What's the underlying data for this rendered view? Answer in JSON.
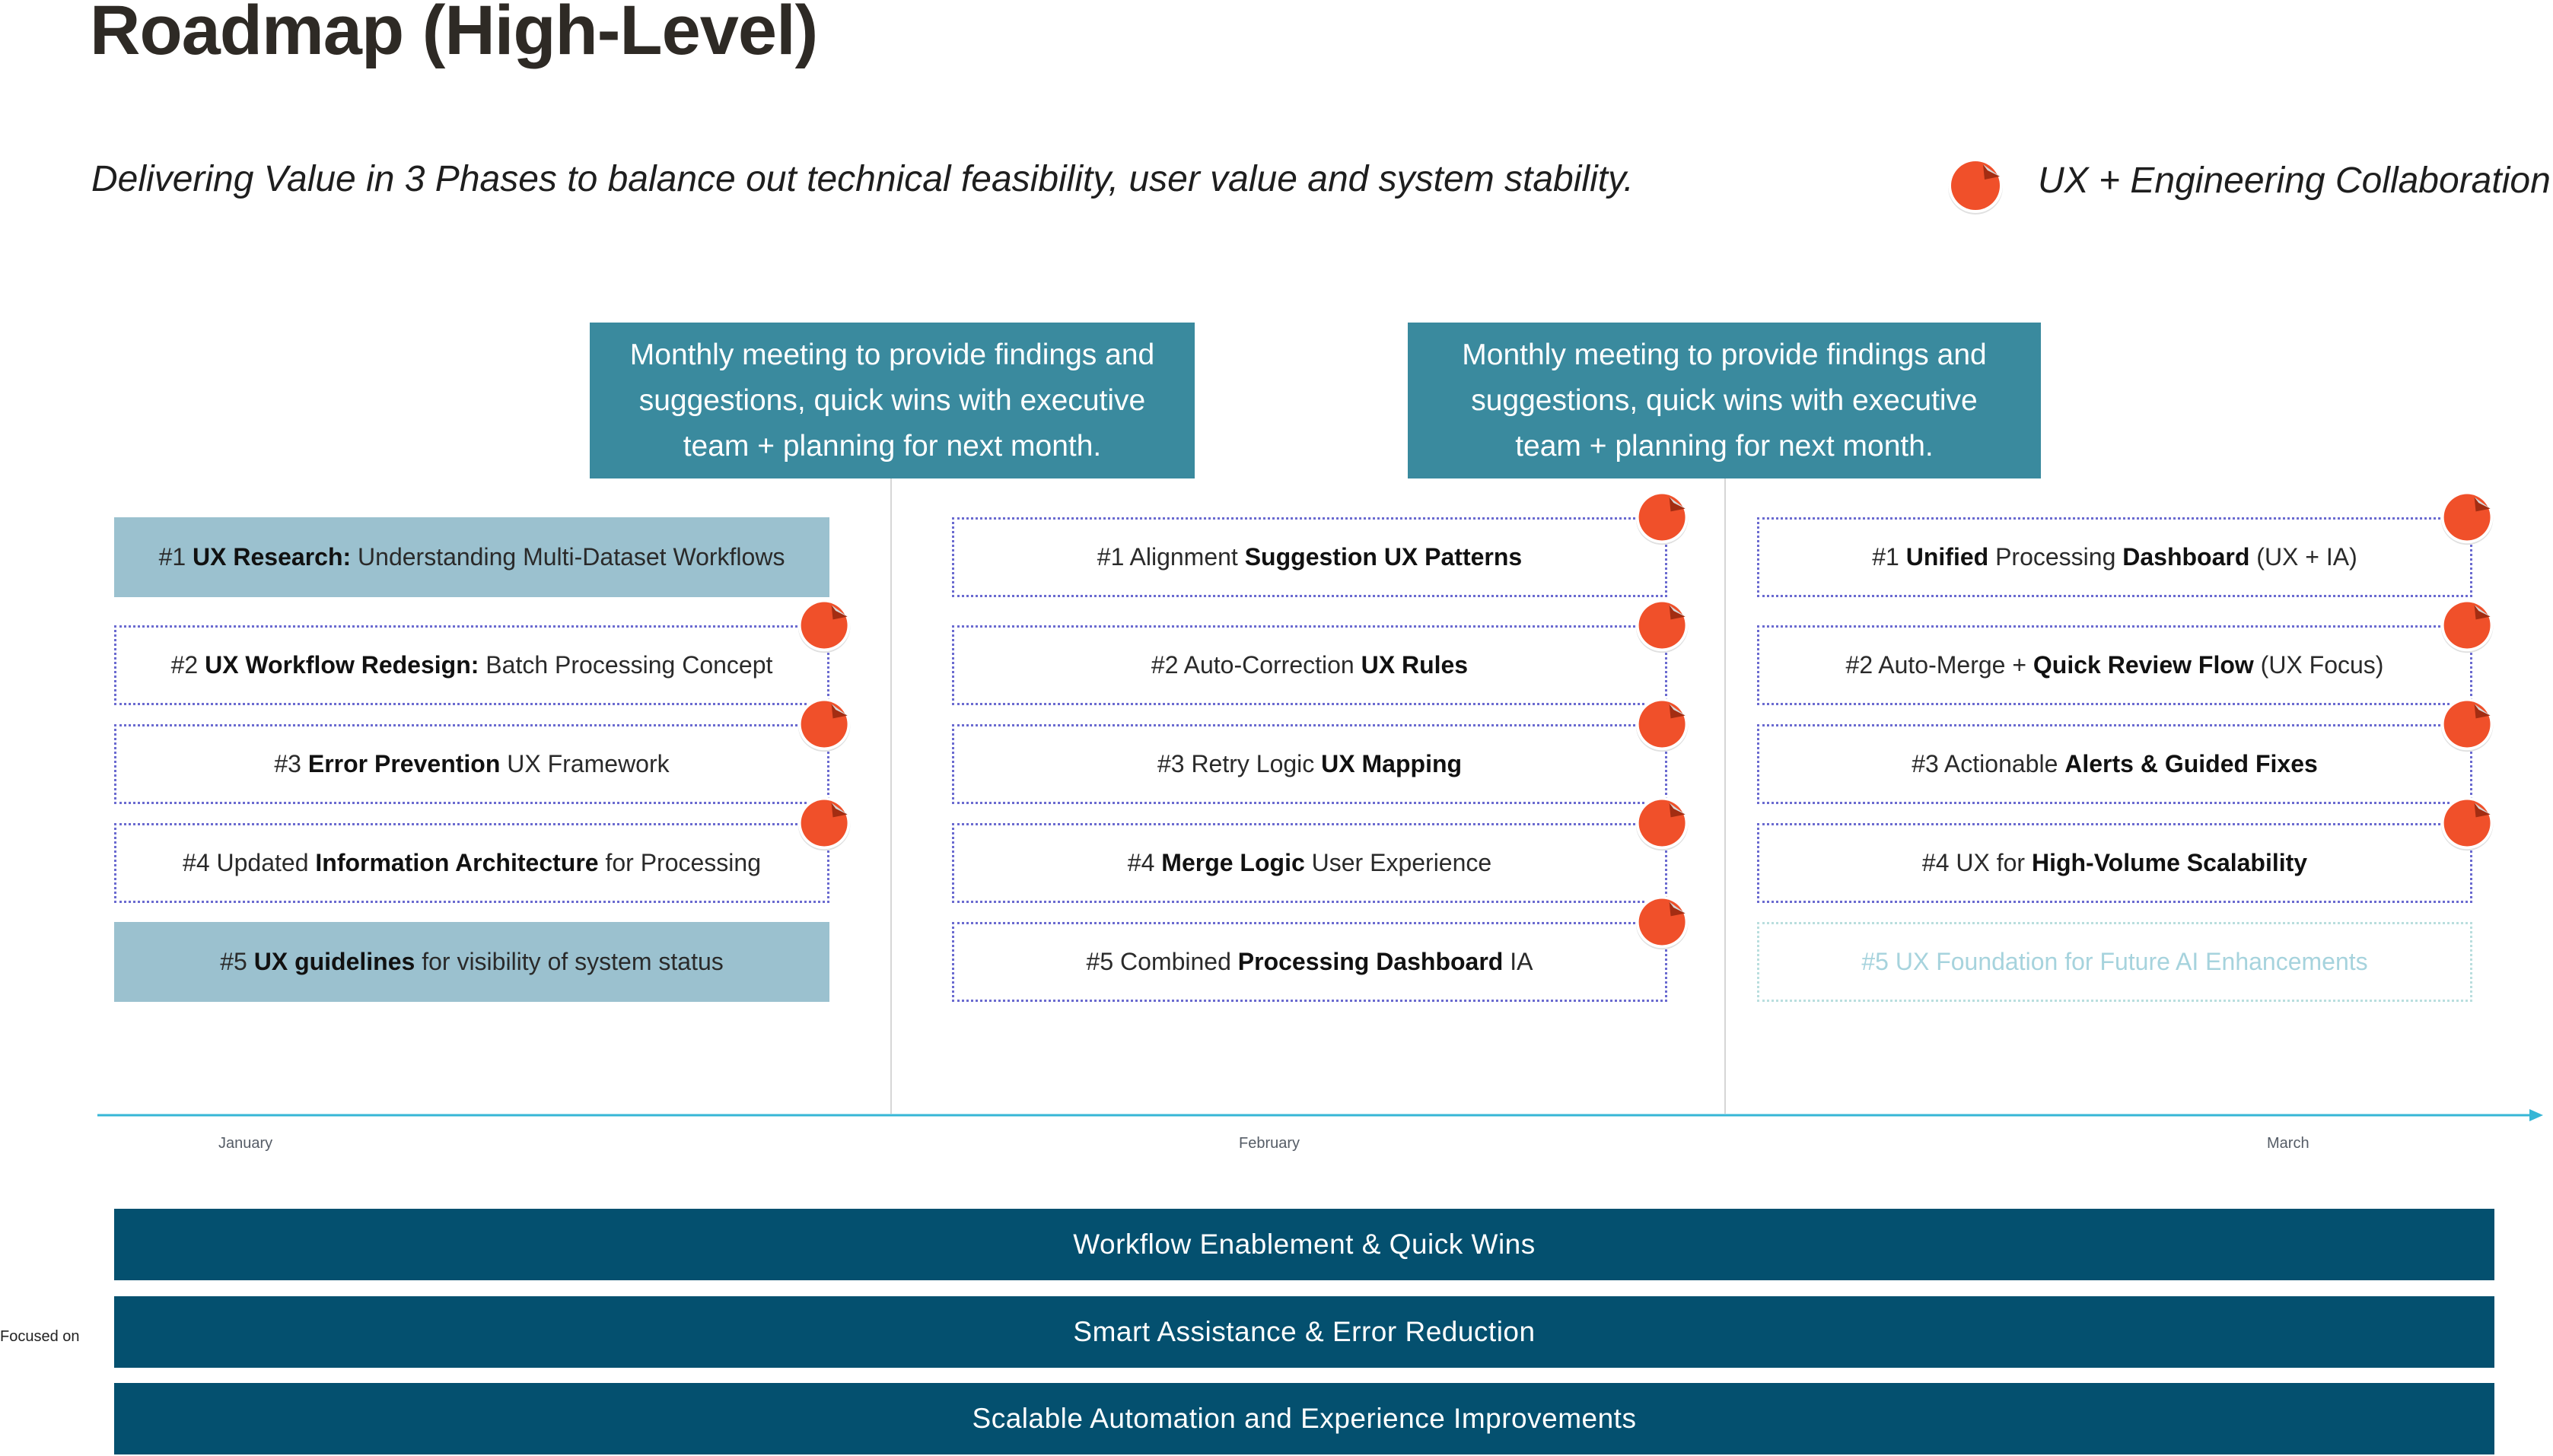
{
  "title": "Roadmap (High-Level)",
  "subtitle": "Delivering Value in 3 Phases to balance out technical feasibility, user value and system stability.",
  "legend": {
    "label": "UX + Engineering Collaboration",
    "icon": "sticker-icon",
    "color": "#f0502a"
  },
  "meetings": [
    {
      "line1": "Monthly meeting to provide findings and",
      "line2": "suggestions, quick wins with executive",
      "line3": "team + planning for next month."
    },
    {
      "line1": "Monthly meeting to provide findings and",
      "line2": "suggestions, quick wins with executive",
      "line3": "team + planning for next month."
    }
  ],
  "columns": [
    {
      "cards": [
        {
          "parts": [
            [
              "#1 ",
              false
            ],
            [
              "UX Research:",
              true
            ],
            [
              " Understanding Multi-Dataset Workflows",
              false
            ]
          ],
          "style": "filled",
          "collab": false
        },
        {
          "parts": [
            [
              "#2 ",
              false
            ],
            [
              "UX Workflow Redesign:",
              true
            ],
            [
              " Batch Processing Concept",
              false
            ]
          ],
          "style": "dotted",
          "collab": true
        },
        {
          "parts": [
            [
              "#3 ",
              false
            ],
            [
              "Error Prevention",
              true
            ],
            [
              " UX Framework",
              false
            ]
          ],
          "style": "dotted",
          "collab": true
        },
        {
          "parts": [
            [
              "#4 Updated ",
              false
            ],
            [
              "Information Architecture",
              true
            ],
            [
              " for Processing",
              false
            ]
          ],
          "style": "dotted",
          "collab": true
        },
        {
          "parts": [
            [
              "#5 ",
              false
            ],
            [
              "UX guidelines",
              true
            ],
            [
              " for visibility of system status",
              false
            ]
          ],
          "style": "filled",
          "collab": false
        }
      ]
    },
    {
      "cards": [
        {
          "parts": [
            [
              "#1 Alignment ",
              false
            ],
            [
              "Suggestion UX Patterns",
              true
            ]
          ],
          "style": "dotted",
          "collab": true
        },
        {
          "parts": [
            [
              "#2 Auto-Correction ",
              false
            ],
            [
              "UX Rules",
              true
            ]
          ],
          "style": "dotted",
          "collab": true
        },
        {
          "parts": [
            [
              "#3 Retry Logic ",
              false
            ],
            [
              "UX Mapping",
              true
            ]
          ],
          "style": "dotted",
          "collab": true
        },
        {
          "parts": [
            [
              "#4 ",
              false
            ],
            [
              "Merge Logic",
              true
            ],
            [
              " User Experience",
              false
            ]
          ],
          "style": "dotted",
          "collab": true
        },
        {
          "parts": [
            [
              "#5 Combined ",
              false
            ],
            [
              "Processing Dashboard",
              true
            ],
            [
              " IA",
              false
            ]
          ],
          "style": "dotted",
          "collab": true
        }
      ]
    },
    {
      "cards": [
        {
          "parts": [
            [
              "#1 ",
              false
            ],
            [
              "Unified",
              true
            ],
            [
              " Processing ",
              false
            ],
            [
              "Dashboard",
              true
            ],
            [
              " (UX + IA)",
              false
            ]
          ],
          "style": "dotted",
          "collab": true
        },
        {
          "parts": [
            [
              "#2 Auto-Merge + ",
              false
            ],
            [
              "Quick Review Flow",
              true
            ],
            [
              " (UX Focus)",
              false
            ]
          ],
          "style": "dotted",
          "collab": true
        },
        {
          "parts": [
            [
              "#3 Actionable ",
              false
            ],
            [
              "Alerts & Guided Fixes",
              true
            ]
          ],
          "style": "dotted",
          "collab": true
        },
        {
          "parts": [
            [
              "#4 UX for ",
              false
            ],
            [
              "High-Volume Scalability",
              true
            ]
          ],
          "style": "dotted",
          "collab": true
        },
        {
          "parts": [
            [
              "#5 UX Foundation for Future AI Enhancements",
              false
            ]
          ],
          "style": "faded",
          "collab": false
        }
      ]
    }
  ],
  "months": [
    "January",
    "February",
    "March"
  ],
  "focus_label": "Focused on",
  "bands": [
    "Workflow Enablement & Quick Wins",
    "Smart Assistance & Error Reduction",
    "Scalable Automation and Experience Improvements"
  ]
}
